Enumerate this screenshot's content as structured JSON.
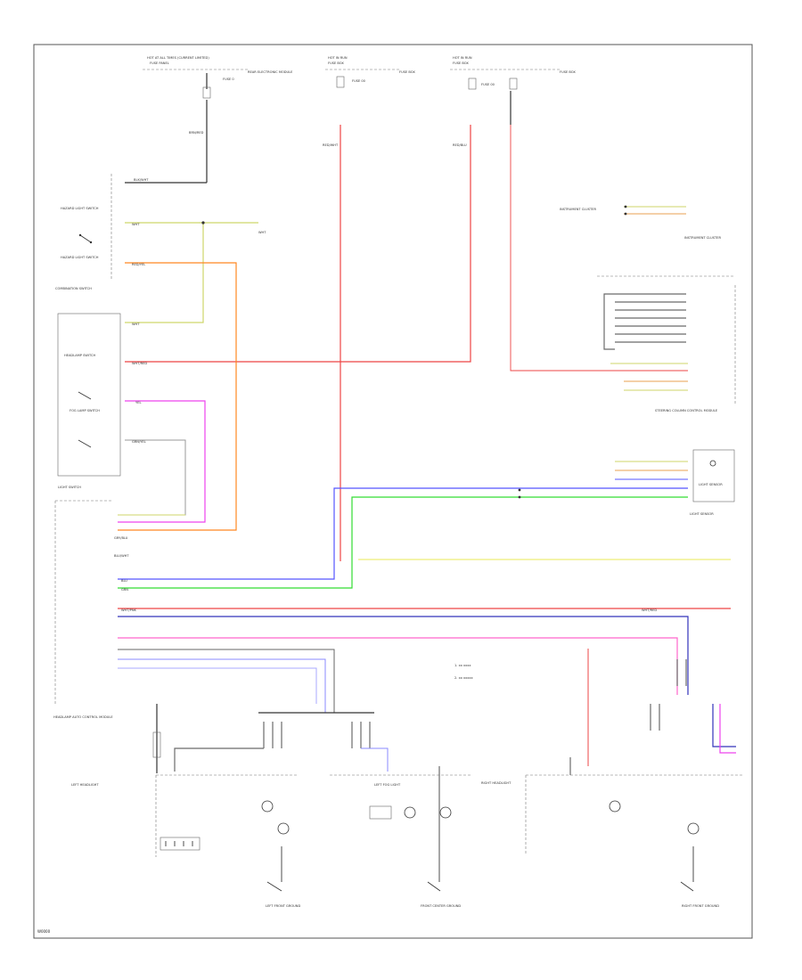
{
  "diagram": {
    "page_code": "W0000",
    "legend": {
      "item1": "1.  xx xxxx",
      "item2": "2.  xx xxxxx"
    },
    "colors": {
      "red": "#ee4444",
      "orange": "#ff8822",
      "yellow_green": "#cfd66a",
      "yellow": "#e8e855",
      "pink": "#ff66cc",
      "magenta": "#ee44ee",
      "blue": "#5555ff",
      "navy": "#3333bb",
      "green": "#33dd33",
      "gray": "#6b6b6b",
      "black": "#333333"
    },
    "top_fuses": [
      {
        "header": "HOT AT ALL TIMES (CURRENT LIMITED)",
        "sub": "FUSE PANEL",
        "fuse": "FUSE 0",
        "fuse_box": "REAR ELECTRONIC MODULE",
        "wire": "BRN/RED"
      },
      {
        "header": "HOT IN RUN",
        "sub": "FUSE BOX",
        "fuse": "FUSE 00",
        "fuse_box": "FUSE BOX",
        "wire": "RED/WHT"
      },
      {
        "header": "HOT IN RUN",
        "sub": "FUSE BOX",
        "fuse": "FUSE 00",
        "fuse_box": "FUSE BOX",
        "wire": "RED/BLU"
      }
    ],
    "left_components": {
      "hazard_top": "HAZARD LIGHT SWITCH",
      "hazard_bottom": "HAZARD LIGHT SWITCH",
      "combination_switch": "COMBINATION SWITCH",
      "headlamp_switch": "HEADLAMP SWITCH",
      "fog_switch": "FOG LAMP SWITCH",
      "light_switch": "LIGHT SWITCH",
      "control_module": "HEADLAMP AUTO CONTROL MODULE"
    },
    "right_components": {
      "instrument_cluster": "INSTRUMENT CLUSTER",
      "steering_module": "STEERING COLUMN CONTROL MODULE",
      "light_sensor": "LIGHT SENSOR",
      "inst_connector": "INSTRUMENT CLUSTER"
    },
    "wire_labels": {
      "blk_wht": "BLK/WHT",
      "wht": "WHT",
      "red_yel": "RED/YEL",
      "wht_red": "WHT/RED",
      "yel": "YEL",
      "grn_yel": "GRN/YEL",
      "gry_blu": "GRY/BLU",
      "blu_wht": "BLU/WHT",
      "grn": "GRN",
      "blu": "BLU",
      "wht_pnk": "WHT/PNK",
      "wht_red2": "WHT/RED"
    },
    "bottom_modules": [
      {
        "name": "LEFT HEADLIGHT",
        "ground": "LEFT FRONT GROUND"
      },
      {
        "name": "LEFT FOG LIGHT",
        "ground": "FRONT CENTER GROUND"
      },
      {
        "name": "RIGHT HEADLIGHT",
        "ground": "RIGHT FRONT GROUND"
      }
    ]
  }
}
